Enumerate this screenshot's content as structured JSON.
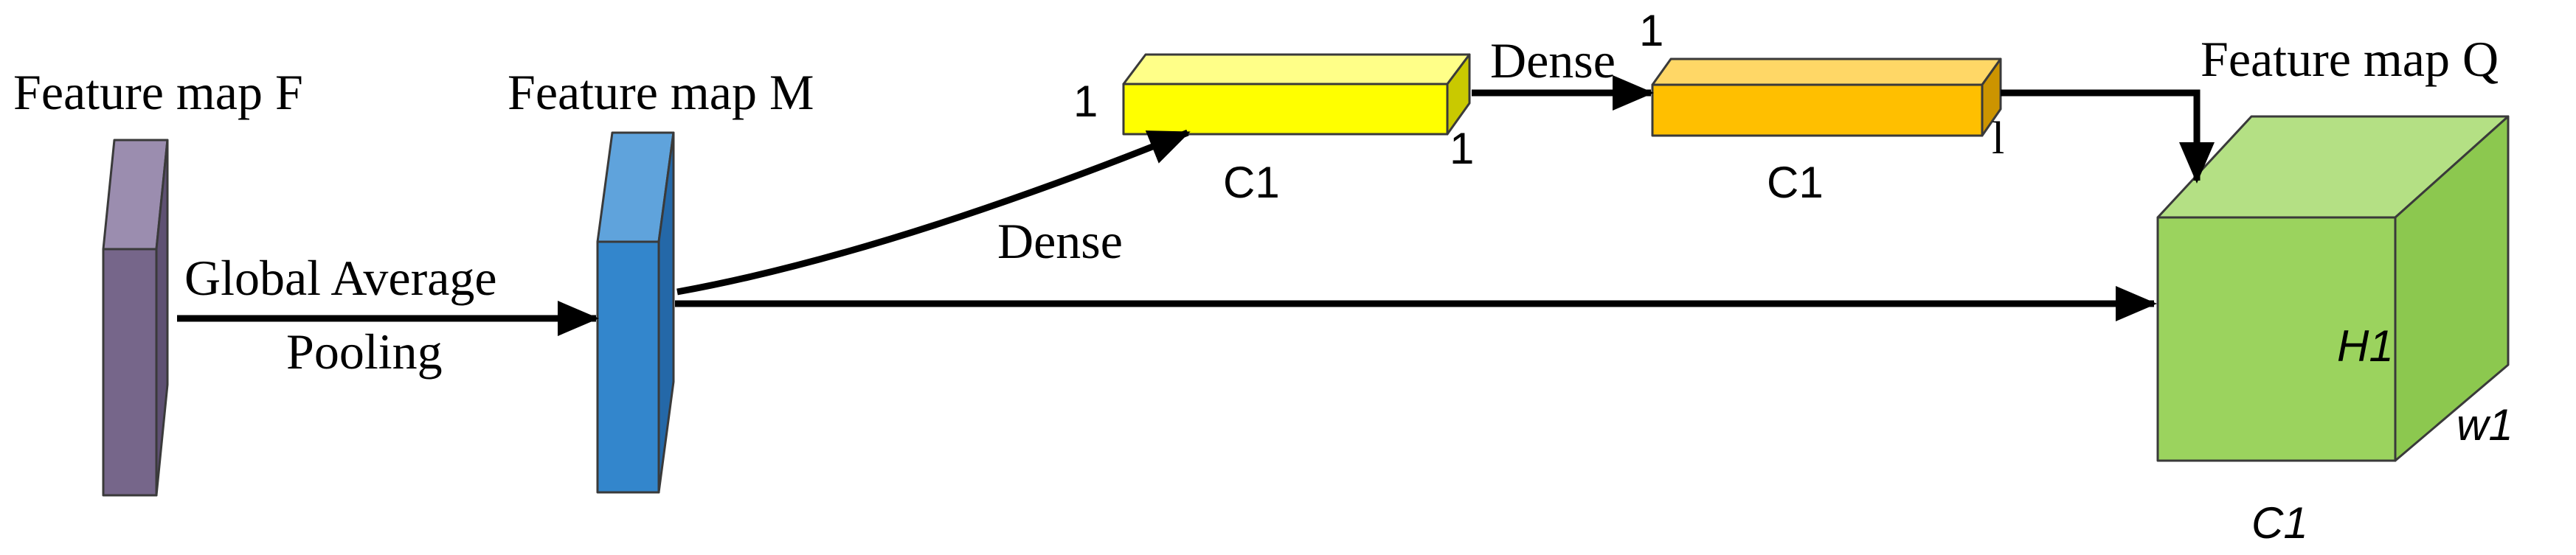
{
  "labels": {
    "feature_map_f": "Feature map F",
    "feature_map_m": "Feature map M",
    "feature_map_q": "Feature map Q",
    "global_average": "Global Average",
    "pooling": "Pooling",
    "dense_lower": "Dense",
    "dense_upper": "Dense",
    "yellow_left_dim": "1",
    "yellow_right_dim": "1",
    "yellow_channels": "C1",
    "orange_top_dim": "1",
    "orange_right_dim": "l",
    "orange_channels": "C1",
    "cube_height": "H1",
    "cube_width": "w1",
    "cube_channels": "C1"
  },
  "colors": {
    "map_f": "#76668a",
    "map_m": "#3386cc",
    "vector_yellow": "#ffff00",
    "vector_orange": "#ffbf00",
    "cube_green": "#9bd35e"
  }
}
